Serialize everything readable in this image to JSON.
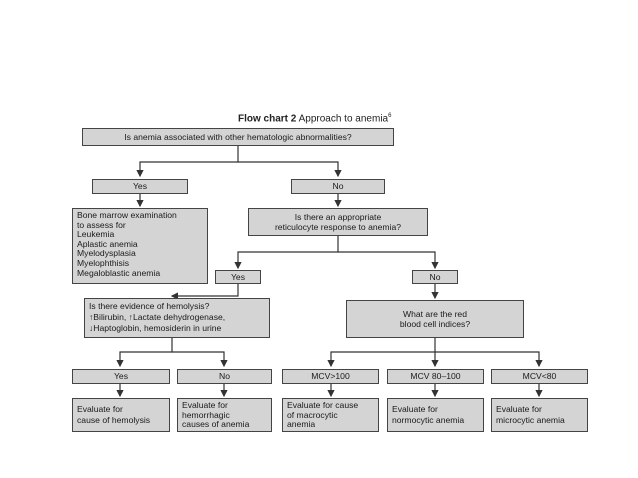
{
  "title": {
    "label": "Flow chart 2",
    "text": "Approach to anemia",
    "sup": "6"
  },
  "nodes": {
    "q1": "Is anemia associated with other hematologic abnormalities?",
    "yes1": "Yes",
    "no1": "No",
    "bm": "Bone marrow examination\nto assess for\nLeukemia\nAplastic anemia\nMyelodysplasia\nMyelophthisis\nMegaloblastic anemia",
    "q2": "Is there an appropriate\nreticulocyte response to anemia?",
    "yes2": "Yes",
    "no2": "No",
    "q3": "Is there evidence of hemolysis?\n↑Bilirubin, ↑Lactate dehydrogenase,\n↓Haptoglobin, hemosiderin in urine",
    "q4": "What are the red\nblood cell indices?",
    "yes3": "Yes",
    "no3": "No",
    "mcv1": "MCV>100",
    "mcv2": "MCV 80–100",
    "mcv3": "MCV<80",
    "e1": "Evaluate for\ncause of hemolysis",
    "e2": "Evaluate for\nhemorrhagic\ncauses of anemia",
    "e3": "Evaluate for cause\nof macrocytic\nanemia",
    "e4": "Evaluate for\nnormocytic anemia",
    "e5": "Evaluate for\nmicrocytic anemia"
  }
}
